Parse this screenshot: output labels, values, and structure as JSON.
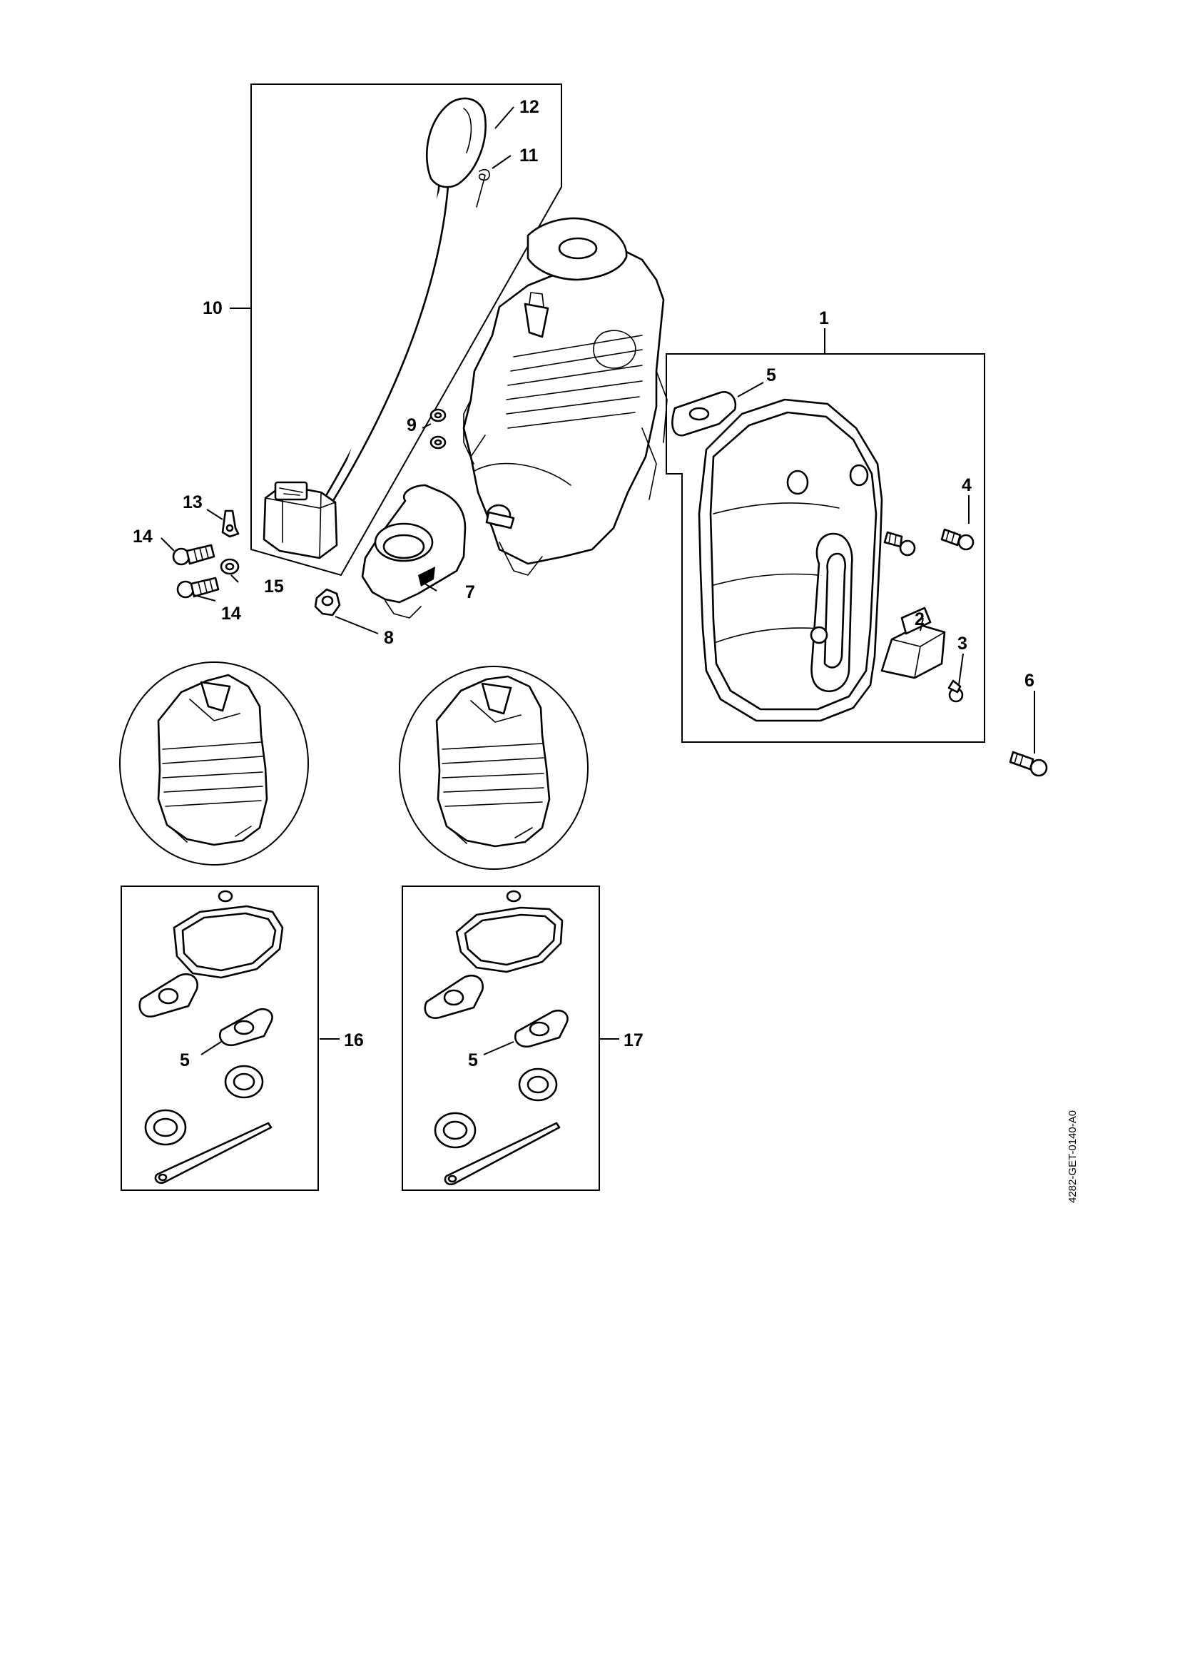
{
  "document_ref": "4282-GET-0140-A0",
  "callouts": {
    "c1": "1",
    "c2": "2",
    "c3": "3",
    "c4": "4",
    "c5a": "5",
    "c5b": "5",
    "c5c": "5",
    "c6": "6",
    "c7": "7",
    "c8": "8",
    "c9": "9",
    "c10": "10",
    "c11": "11",
    "c12": "12",
    "c13": "13",
    "c14a": "14",
    "c14b": "14",
    "c15": "15",
    "c16": "16",
    "c17": "17"
  }
}
